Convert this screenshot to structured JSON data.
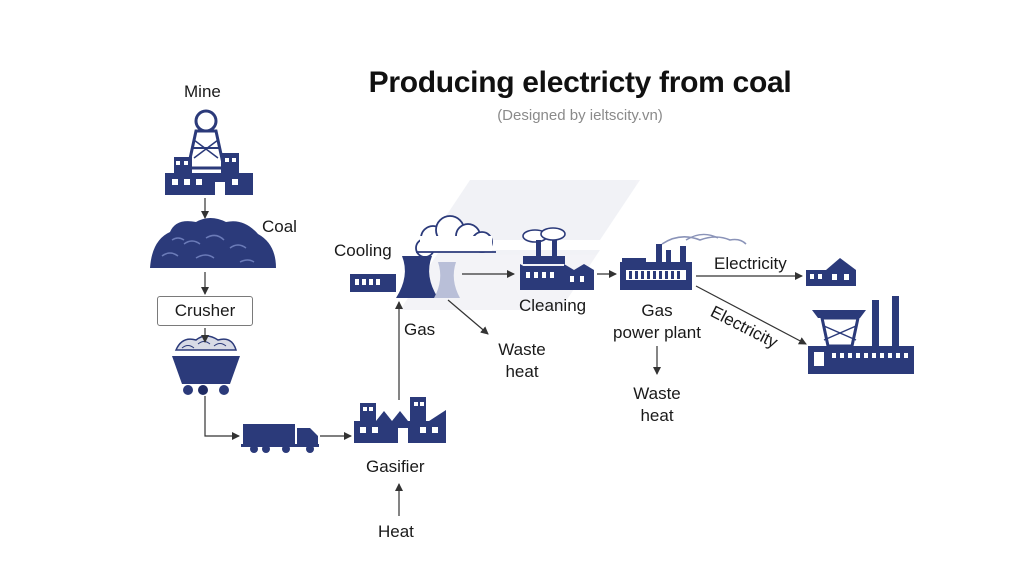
{
  "title": "Producing electricty from coal",
  "subtitle": "(Designed by ieltscity.vn)",
  "labels": {
    "mine": "Mine",
    "coal": "Coal",
    "crusher": "Crusher",
    "cooling": "Cooling",
    "gas": "Gas",
    "waste_heat_1_line1": "Waste",
    "waste_heat_1_line2": "heat",
    "cleaning": "Cleaning",
    "gas_power_plant_line1": "Gas",
    "gas_power_plant_line2": "power plant",
    "waste_heat_2_line1": "Waste",
    "waste_heat_2_line2": "heat",
    "electricity_1": "Electricity",
    "electricity_2": "Electricity",
    "gasifier": "Gasifier",
    "heat": "Heat"
  },
  "colors": {
    "icon": "#2b3a7a",
    "icon_dark": "#1f2b63",
    "arrow": "#333333"
  },
  "icons": [
    "mine-icon",
    "coal-pile-icon",
    "mine-cart-icon",
    "truck-icon",
    "gasifier-factory-icon",
    "cooling-tower-icon",
    "cleaning-factory-icon",
    "gas-power-plant-icon",
    "house-icon",
    "industrial-plant-icon"
  ]
}
